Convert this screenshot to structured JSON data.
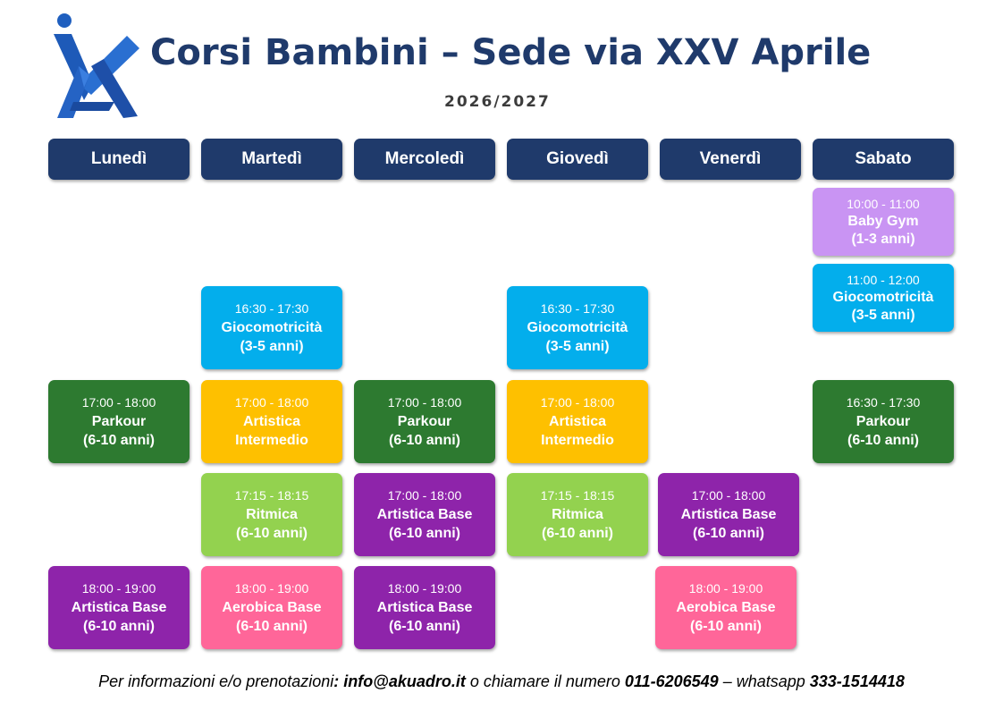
{
  "header": {
    "title": "Corsi Bambini – Sede via XXV Aprile",
    "year": "2026/2027"
  },
  "days": [
    "Lunedì",
    "Martedì",
    "Mercoledì",
    "Giovedì",
    "Venerdì",
    "Sabato"
  ],
  "classes": {
    "sat_babygym": {
      "time": "10:00 - 11:00",
      "name": "Baby Gym",
      "age": "(1-3 anni)"
    },
    "sat_gioco": {
      "time": "11:00 - 12:00",
      "name": "Giocomotricità",
      "age": "(3-5 anni)"
    },
    "tue_gioco": {
      "time": "16:30 - 17:30",
      "name": "Giocomotricità",
      "age": "(3-5 anni)"
    },
    "thu_gioco": {
      "time": "16:30 - 17:30",
      "name": "Giocomotricità",
      "age": "(3-5 anni)"
    },
    "mon_parkour": {
      "time": "17:00 - 18:00",
      "name": "Parkour",
      "age": "(6-10 anni)"
    },
    "tue_artint": {
      "time": "17:00 - 18:00",
      "name": "Artistica",
      "age": "Intermedio"
    },
    "wed_parkour": {
      "time": "17:00 - 18:00",
      "name": "Parkour",
      "age": "(6-10 anni)"
    },
    "thu_artint": {
      "time": "17:00 - 18:00",
      "name": "Artistica",
      "age": "Intermedio"
    },
    "sat_parkour": {
      "time": "16:30 - 17:30",
      "name": "Parkour",
      "age": "(6-10 anni)"
    },
    "tue_ritmica": {
      "time": "17:15 - 18:15",
      "name": "Ritmica",
      "age": "(6-10 anni)"
    },
    "wed_artbase": {
      "time": "17:00 - 18:00",
      "name": "Artistica Base",
      "age": "(6-10 anni)"
    },
    "thu_ritmica": {
      "time": "17:15 - 18:15",
      "name": "Ritmica",
      "age": "(6-10 anni)"
    },
    "fri_artbase": {
      "time": "17:00 - 18:00",
      "name": "Artistica Base",
      "age": "(6-10 anni)"
    },
    "mon_artbase": {
      "time": "18:00 - 19:00",
      "name": "Artistica Base",
      "age": "(6-10 anni)"
    },
    "tue_aerobica": {
      "time": "18:00 - 19:00",
      "name": "Aerobica Base",
      "age": "(6-10 anni)"
    },
    "wed_artbase2": {
      "time": "18:00 - 19:00",
      "name": "Artistica Base",
      "age": "(6-10 anni)"
    },
    "fri_aerobica": {
      "time": "18:00 - 19:00",
      "name": "Aerobica Base",
      "age": "(6-10 anni)"
    }
  },
  "footer": {
    "prefix": "Per informazioni e/o prenotazioni",
    "colon": ": ",
    "email": "info@akuadro.it",
    "mid": " o chiamare il numero ",
    "phone": "011-6206549",
    "dash": " – whatsapp ",
    "whatsapp": "333-1514418"
  },
  "colors": {
    "header_navy": "#1f3a6b",
    "baby_gym": "#c994f3",
    "giocomotricita": "#03aeec",
    "parkour": "#2d7a30",
    "artistica_intermedio": "#fec000",
    "ritmica": "#93d24f",
    "artistica_base": "#8e24aa",
    "aerobica_base": "#ff6699"
  },
  "icons": {
    "logo": "akuadro-logo-icon"
  }
}
